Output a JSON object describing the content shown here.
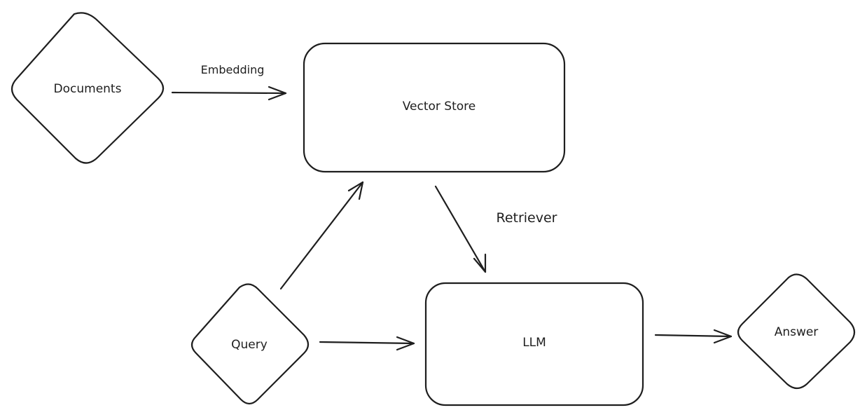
{
  "nodes": {
    "documents": {
      "label": "Documents",
      "shape": "diamond"
    },
    "vector_store": {
      "label": "Vector Store",
      "shape": "rounded-rectangle"
    },
    "query": {
      "label": "Query",
      "shape": "diamond"
    },
    "llm": {
      "label": "LLM",
      "shape": "rounded-rectangle"
    },
    "answer": {
      "label": "Answer",
      "shape": "diamond"
    }
  },
  "edges": {
    "documents_to_vector_store": {
      "from": "Documents",
      "to": "Vector Store",
      "label": "Embedding"
    },
    "vector_store_to_llm": {
      "from": "Vector Store",
      "to": "LLM",
      "label": "Retriever"
    },
    "query_to_vector_store": {
      "from": "Query",
      "to": "Vector Store"
    },
    "query_to_llm": {
      "from": "Query",
      "to": "LLM"
    },
    "llm_to_answer": {
      "from": "LLM",
      "to": "Answer"
    }
  },
  "colors": {
    "stroke": "#1e1e1e",
    "background": "#ffffff"
  }
}
